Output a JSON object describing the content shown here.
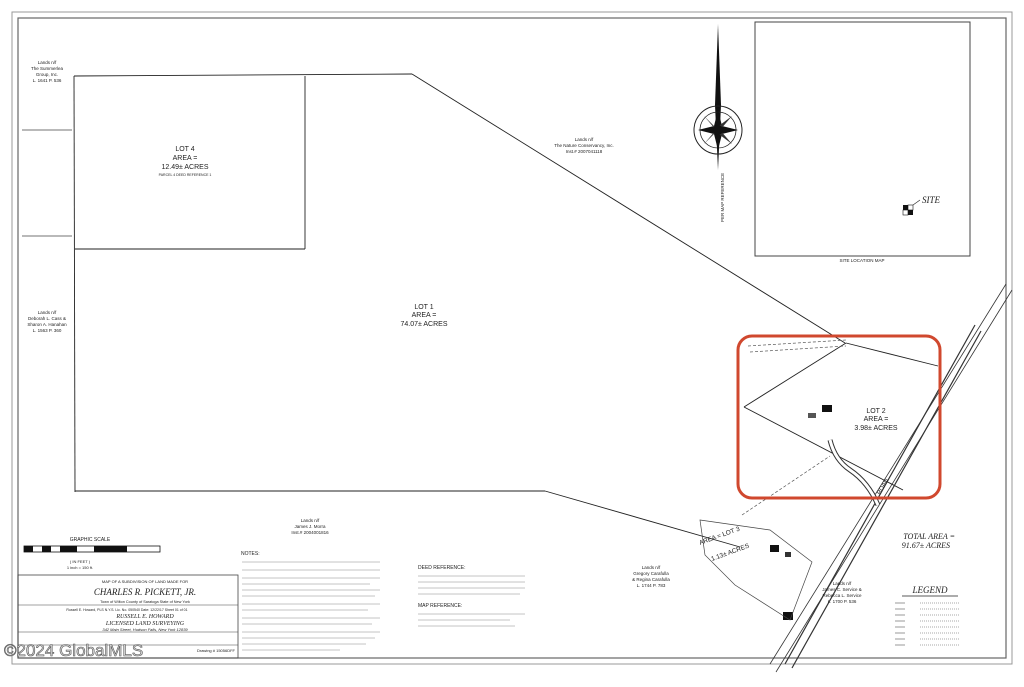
{
  "title_block": {
    "map_of": "MAP OF A SUBDIVISION OF LAND MADE FOR",
    "owner": "CHARLES R. PICKETT, JR.",
    "location": "Town of Wilton   County of Saratoga   State of New York",
    "surveyor_line": "Russell E. Howard, PLS  N.Y.S. Lic. No. 050540   Date: 12/22/17   Sheet 01 of 01",
    "firm_name": "RUSSELL E. HOWARD",
    "firm_title": "LICENSED LAND SURVEYING",
    "firm_address": "342 Main Street, Hudson Falls, New York 12839",
    "drawing": "Drawing # 15056DFF"
  },
  "lots": {
    "lot4": {
      "name": "LOT 4",
      "area_label": "AREA =",
      "area": "12.49± ACRES",
      "note": "PARCEL 4 DEED REFERENCE 1"
    },
    "lot1": {
      "name": "LOT 1",
      "area_label": "AREA =",
      "area": "74.07± ACRES"
    },
    "lot2": {
      "name": "LOT 2",
      "area_label": "AREA =",
      "area": "3.98± ACRES"
    },
    "lot3": {
      "name": "AREA = LOT 3",
      "area": "1.13± ACRES"
    }
  },
  "neighbors": {
    "topleft": [
      "Lands n/f",
      "The Summerlea",
      "Group, Inc.",
      "L. 1641 P. 536"
    ],
    "midleft": [
      "Lands n/f",
      "Deborah L. Cass &",
      "Sharon A. Hanahan",
      "L. 1563 P. 360"
    ],
    "conservancy": [
      "Lands n/f",
      "The Nature Conservancy, Inc.",
      "Inst.# 2007041118"
    ],
    "bottom_center": [
      "Lands n/f",
      "James J. Morra",
      "Inst.# 2004001816"
    ],
    "bottom_right1": [
      "Lands n/f",
      "Gregory Carafulla",
      "& Regina Carafulla",
      "L. 1744 P. 783"
    ],
    "bottom_right2": [
      "Lands n/f",
      "James C. Service &",
      "Rebecca L. Service",
      "L. 1700 P. 536"
    ]
  },
  "total_area": {
    "label": "TOTAL AREA =",
    "value": "91.67± ACRES"
  },
  "legend": {
    "title": "LEGEND"
  },
  "site_map": {
    "caption": "SITE LOCATION MAP",
    "site": "SITE"
  },
  "north": {
    "label": "PER MAP REFERENCE"
  },
  "scale": {
    "title": "GRAPHIC SCALE",
    "feet": "( IN FEET )",
    "ratio": "1 inch = 150 ft."
  },
  "notes": {
    "title": "NOTES:"
  },
  "deed": {
    "title": "DEED REFERENCE:"
  },
  "mapref": {
    "title": "MAP REFERENCE:"
  },
  "watermark": "©2024 GlobalMLS",
  "highlight_color": "#d0482e"
}
